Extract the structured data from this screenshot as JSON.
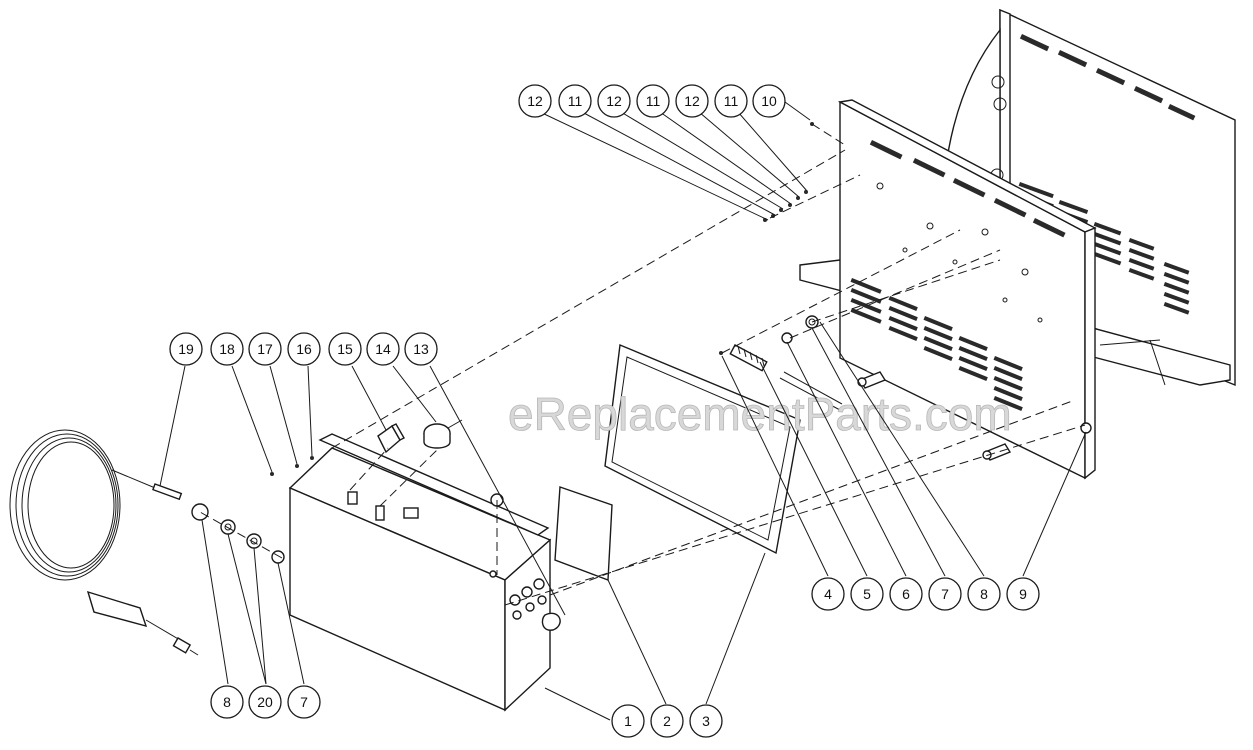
{
  "watermark": "eReplacementParts.com",
  "callouts": [
    {
      "id": "c12a",
      "label": "12"
    },
    {
      "id": "c11a",
      "label": "11"
    },
    {
      "id": "c12b",
      "label": "12"
    },
    {
      "id": "c11b",
      "label": "11"
    },
    {
      "id": "c12c",
      "label": "12"
    },
    {
      "id": "c11c",
      "label": "11"
    },
    {
      "id": "c10",
      "label": "10"
    },
    {
      "id": "c19",
      "label": "19"
    },
    {
      "id": "c18",
      "label": "18"
    },
    {
      "id": "c17",
      "label": "17"
    },
    {
      "id": "c16",
      "label": "16"
    },
    {
      "id": "c15",
      "label": "15"
    },
    {
      "id": "c14",
      "label": "14"
    },
    {
      "id": "c13",
      "label": "13"
    },
    {
      "id": "c4",
      "label": "4"
    },
    {
      "id": "c5",
      "label": "5"
    },
    {
      "id": "c6",
      "label": "6"
    },
    {
      "id": "c7r",
      "label": "7"
    },
    {
      "id": "c8r",
      "label": "8"
    },
    {
      "id": "c9",
      "label": "9"
    },
    {
      "id": "c8l",
      "label": "8"
    },
    {
      "id": "c20",
      "label": "20"
    },
    {
      "id": "c7l",
      "label": "7"
    },
    {
      "id": "c1",
      "label": "1"
    },
    {
      "id": "c2",
      "label": "2"
    },
    {
      "id": "c3",
      "label": "3"
    }
  ]
}
